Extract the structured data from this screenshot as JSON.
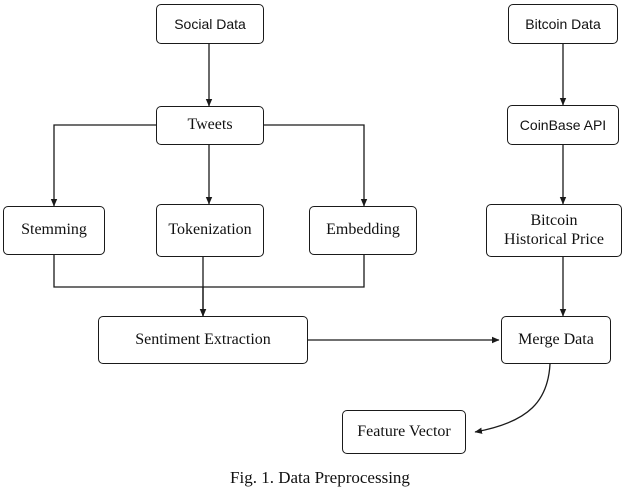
{
  "nodes": {
    "social_data": "Social Data",
    "bitcoin_data": "Bitcoin Data",
    "tweets": "Tweets",
    "coinbase_api": "CoinBase API",
    "stemming": "Stemming",
    "tokenization": "Tokenization",
    "embedding": "Embedding",
    "bitcoin_historical_price_line1": "Bitcoin",
    "bitcoin_historical_price_line2": "Historical Price",
    "sentiment_extraction": "Sentiment Extraction",
    "merge_data": "Merge Data",
    "feature_vector": "Feature Vector"
  },
  "caption": "Fig. 1. Data Preprocessing",
  "colors": {
    "stroke": "#1a1a1a",
    "text": "#111111",
    "background": "#ffffff"
  }
}
